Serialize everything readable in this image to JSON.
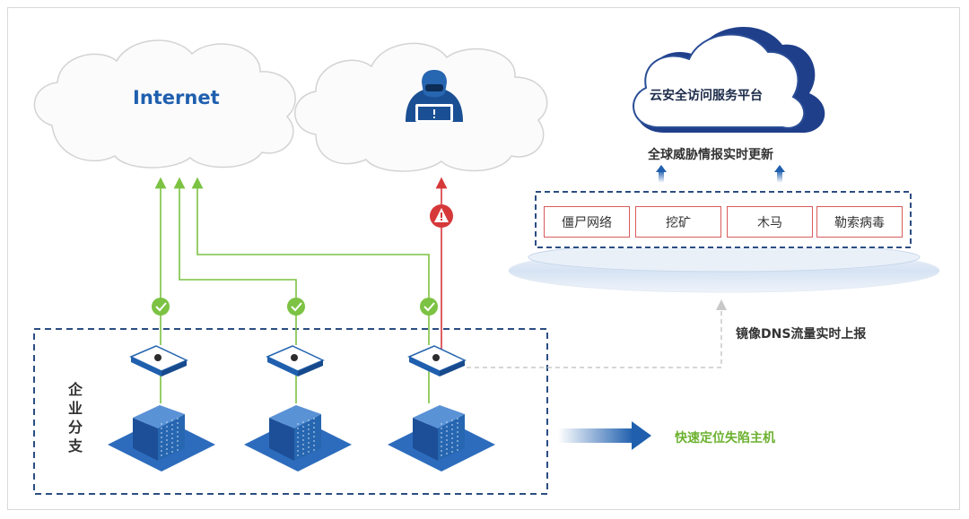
{
  "clouds": {
    "internet_label": "Internet",
    "platform_label": "云安全访问服务平台"
  },
  "labels": {
    "threat_intel_update": "全球威胁情报实时更新",
    "dns_mirror_report": "镜像DNS流量实时上报",
    "locate_hosts": "快速定位失陷主机",
    "enterprise_branch": "企业分支"
  },
  "threat_types": [
    "僵尸网络",
    "挖矿",
    "木马",
    "勒索病毒"
  ],
  "colors": {
    "allowed_path": "#7cc243",
    "blocked_path": "#d6383a",
    "brand_blue": "#1f5fae",
    "dashed_border": "#2b4d82",
    "mirror_path": "#c8c8c8"
  },
  "icons": [
    "hacker-icon",
    "check-icon",
    "warning-icon",
    "gateway-device-icon",
    "server-icon",
    "arrow-right-icon"
  ]
}
